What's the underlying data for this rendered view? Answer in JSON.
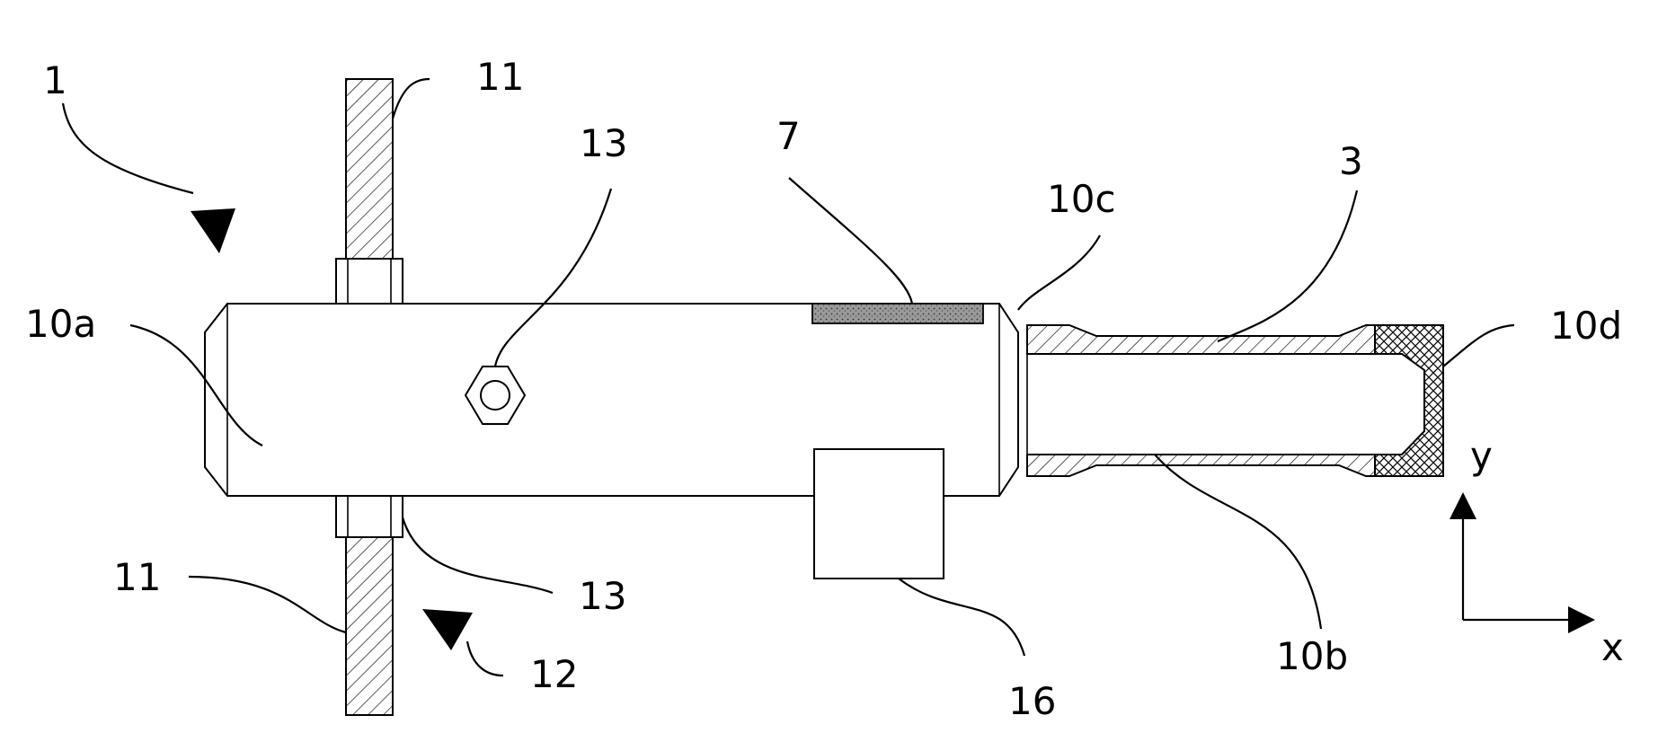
{
  "labels": {
    "device": "1",
    "handle_top": "11",
    "handle_bottom": "11",
    "nut_center": "13",
    "nut_lower": "13",
    "strip": "7",
    "neck": "10c",
    "tube": "3",
    "cap": "10d",
    "body": "10a",
    "bore": "10b",
    "arrow_lower": "12",
    "box": "16",
    "axis_x": "x",
    "axis_y": "y"
  },
  "colors": {
    "line": "#000000",
    "background": "#ffffff",
    "strip_fill": "#8c8c8c"
  }
}
